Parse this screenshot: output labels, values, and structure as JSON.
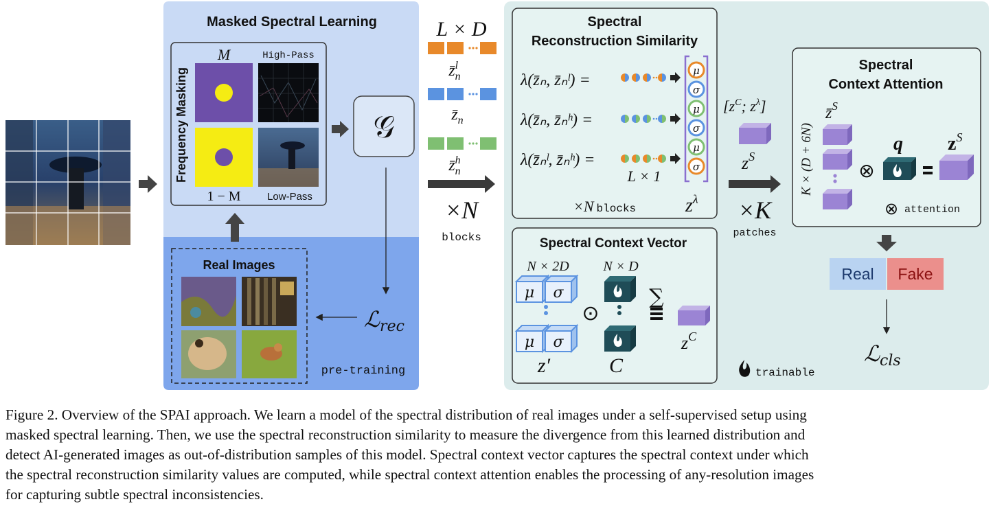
{
  "msl": {
    "title": "Masked Spectral Learning",
    "freq_label": "Frequency Masking",
    "m": "M",
    "one_minus_m": "1 − M",
    "high_pass": "High-Pass",
    "low_pass": "Low-Pass",
    "real_images": "Real Images",
    "pretraining": "pre-training",
    "generator": "𝒢",
    "loss_rec": "ℒ",
    "loss_rec_sub": "rec"
  },
  "middle": {
    "ld": "L × D",
    "zl": "z̄",
    "zl_sub": "n",
    "zl_sup": "l",
    "z": "z̄",
    "z_sub": "n",
    "zh": "z̄",
    "zh_sub": "n",
    "zh_sup": "h",
    "times_n": "×N",
    "blocks": "blocks"
  },
  "srs": {
    "title_line1": "Spectral",
    "title_line2": "Reconstruction Similarity",
    "eq1": "λ(z̄ₙ, z̄ₙˡ) =",
    "eq2": "λ(z̄ₙ, z̄ₙʰ) =",
    "eq3": "λ(z̄ₙˡ, z̄ₙʰ) =",
    "l_times_1": "L × 1",
    "times_n_blocks": "×N",
    "blocks_word": "blocks",
    "z_lambda": "z",
    "z_lambda_sup": "λ",
    "mu": "μ",
    "sigma": "σ"
  },
  "scv": {
    "title": "Spectral Context Vector",
    "n2d": "N × 2D",
    "nd": "N × D",
    "z_prime": "z′",
    "c": "C",
    "sum": "∑",
    "odot": "⊙",
    "zc": "z",
    "zc_sup": "C",
    "trainable": "trainable"
  },
  "mid2": {
    "concat": "[z",
    "concat_sup1": "C",
    "concat_mid": "; z",
    "concat_sup2": "λ",
    "concat_end": "]",
    "zs": "z",
    "zs_sup": "S",
    "times_k": "×K",
    "patches": "patches"
  },
  "sca": {
    "title_line1": "Spectral",
    "title_line2": "Context Attention",
    "k_dim": "K × (D + 6N)",
    "zs": "z̄",
    "zs_sup": "S",
    "q": "q",
    "bold_zs": "z",
    "bold_zs_sup": "S",
    "otimes": "⊗",
    "attention": "attention",
    "real": "Real",
    "fake": "Fake",
    "loss_cls": "ℒ",
    "loss_cls_sub": "cls"
  },
  "caption": {
    "line1": "Figure 2. Overview of the SPAI approach. We learn a model of the spectral distribution of real images under a self-supervised setup using",
    "line2": "masked spectral learning. Then, we use the spectral reconstruction similarity to measure the divergence from this learned distribution and",
    "line3": "detect AI-generated images as out-of-distribution samples of this model. Spectral context vector captures the spectral context under which",
    "line4": "the spectral reconstruction similarity values are computed, while spectral context attention enables the processing of any-resolution images",
    "line5": "for capturing subtle spectral inconsistencies."
  },
  "colors": {
    "msl_bg_top": "#c9daf5",
    "msl_bg_bottom": "#7ea6ec",
    "right_bg": "#dcecec",
    "panel_bg": "#e6f3f2",
    "orange": "#e8892a",
    "blue": "#5b93e0",
    "green": "#7fbf72",
    "purple": "#9b84d4",
    "teal": "#1f4c57",
    "mask_purple": "#6d4fa9",
    "mask_yellow": "#f5ec13",
    "real_bg": "#b9d3f1",
    "fake_bg": "#eb8f8c"
  }
}
